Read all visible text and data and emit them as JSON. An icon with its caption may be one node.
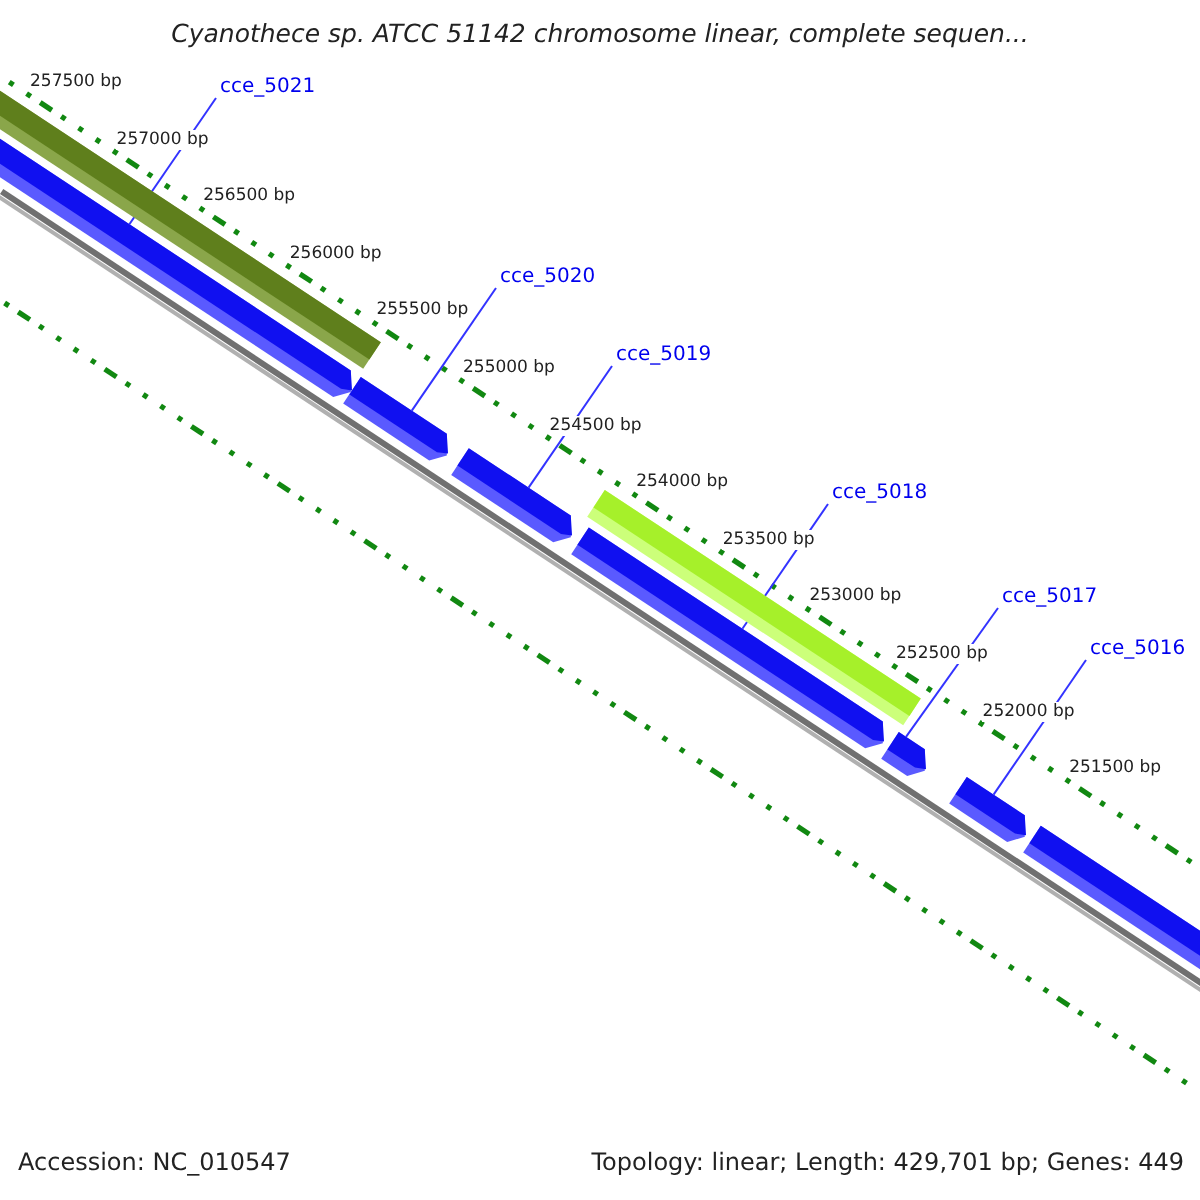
{
  "diagram": {
    "title": "Cyanothece sp. ATCC 51142 chromosome linear, complete sequen...",
    "nodes": [
      {
        "text": [
          "cce_5021"
        ]
      },
      {
        "text": [
          "cce_5020"
        ]
      },
      {
        "text": [
          "cce_5019"
        ]
      },
      {
        "text": [
          "cce_5018"
        ]
      },
      {
        "text": [
          "cce_5017"
        ]
      },
      {
        "text": [
          "cce_5016"
        ]
      },
      {
        "text": [],
        "shape": "arrow"
      },
      {
        "text": [],
        "shape": "arrow"
      },
      {
        "text": [],
        "shape": "arrow"
      },
      {
        "text": [],
        "shape": "arrow"
      },
      {
        "text": [],
        "shape": "arrow"
      },
      {
        "text": [],
        "shape": "arrow"
      },
      {
        "text": [],
        "shape": "arrow"
      },
      {
        "text": [],
        "shape": "bar"
      },
      {
        "text": [],
        "shape": "bar"
      }
    ],
    "edges": [
      {
        "from": 0,
        "to": 6,
        "arrow": "none"
      },
      {
        "from": 1,
        "to": 7,
        "arrow": "none"
      },
      {
        "from": 2,
        "to": 8,
        "arrow": "none"
      },
      {
        "from": 3,
        "to": 9,
        "arrow": "none"
      },
      {
        "from": 4,
        "to": 10,
        "arrow": "none"
      },
      {
        "from": 5,
        "to": 11,
        "arrow": "none"
      }
    ],
    "labels": [
      "257500 bp",
      "257000 bp",
      "256500 bp",
      "256000 bp",
      "255500 bp",
      "255000 bp",
      "254500 bp",
      "254000 bp",
      "253500 bp",
      "253000 bp",
      "252500 bp",
      "252000 bp",
      "251500 bp",
      "Accession: NC_010547",
      "Topology: linear; Length: 429,701 bp; Genes: 449"
    ]
  }
}
